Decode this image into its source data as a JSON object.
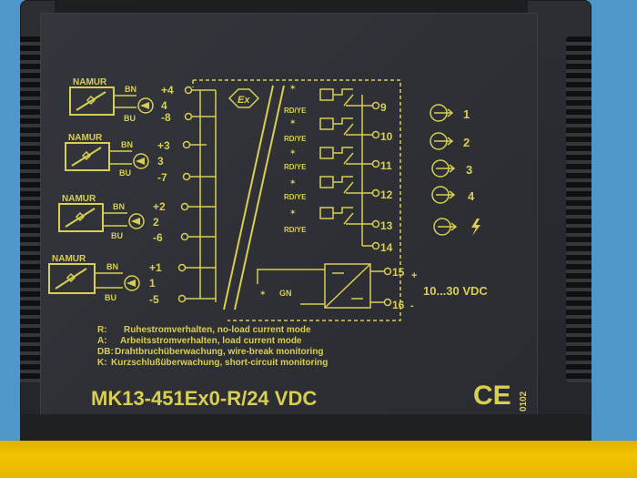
{
  "sensors": [
    {
      "type": "NAMUR",
      "pos": "+4",
      "ch": "4",
      "neg": "-8",
      "bn": "BN",
      "bu": "BU"
    },
    {
      "type": "NAMUR",
      "pos": "+3",
      "ch": "3",
      "neg": "-7",
      "bn": "BN",
      "bu": "BU"
    },
    {
      "type": "NAMUR",
      "pos": "+2",
      "ch": "2",
      "neg": "-6",
      "bn": "BN",
      "bu": "BU"
    },
    {
      "type": "NAMUR",
      "pos": "+1",
      "ch": "1",
      "neg": "-5",
      "bn": "BN",
      "bu": "BU"
    }
  ],
  "ex_symbol": "Ex",
  "relays": [
    {
      "led": "RD/YE",
      "terminal": "9",
      "output": "1"
    },
    {
      "led": "RD/YE",
      "terminal": "10",
      "output": "2"
    },
    {
      "led": "RD/YE",
      "terminal": "11",
      "output": "3"
    },
    {
      "led": "RD/YE",
      "terminal": "12",
      "output": "4"
    },
    {
      "led": "RD/YE",
      "terminal": "13",
      "output": ""
    }
  ],
  "terminal_14": "14",
  "power": {
    "plus_terminal": "15",
    "plus_sign": "+",
    "minus_terminal": "16",
    "minus_sign": "-",
    "voltage": "10...30 VDC",
    "led": "GN"
  },
  "legend": [
    {
      "key": "R:",
      "text": "Ruhestromverhalten, no-load current mode"
    },
    {
      "key": "A:",
      "text": "Arbeitsstromverhalten, load current mode"
    },
    {
      "key": "DB:",
      "text": "Drahtbruchüberwachung, wire-break monitoring"
    },
    {
      "key": "K:",
      "text": "Kurzschlußüberwachung, short-circuit monitoring"
    }
  ],
  "model": "MK13-451Ex0-R/24 VDC",
  "ce_mark": "CE",
  "notified_body": "0102",
  "colors": {
    "print": "#d8cf52",
    "housing": "#2c2e34",
    "base_yellow": "#f1c400",
    "background": "#4f97c9"
  }
}
